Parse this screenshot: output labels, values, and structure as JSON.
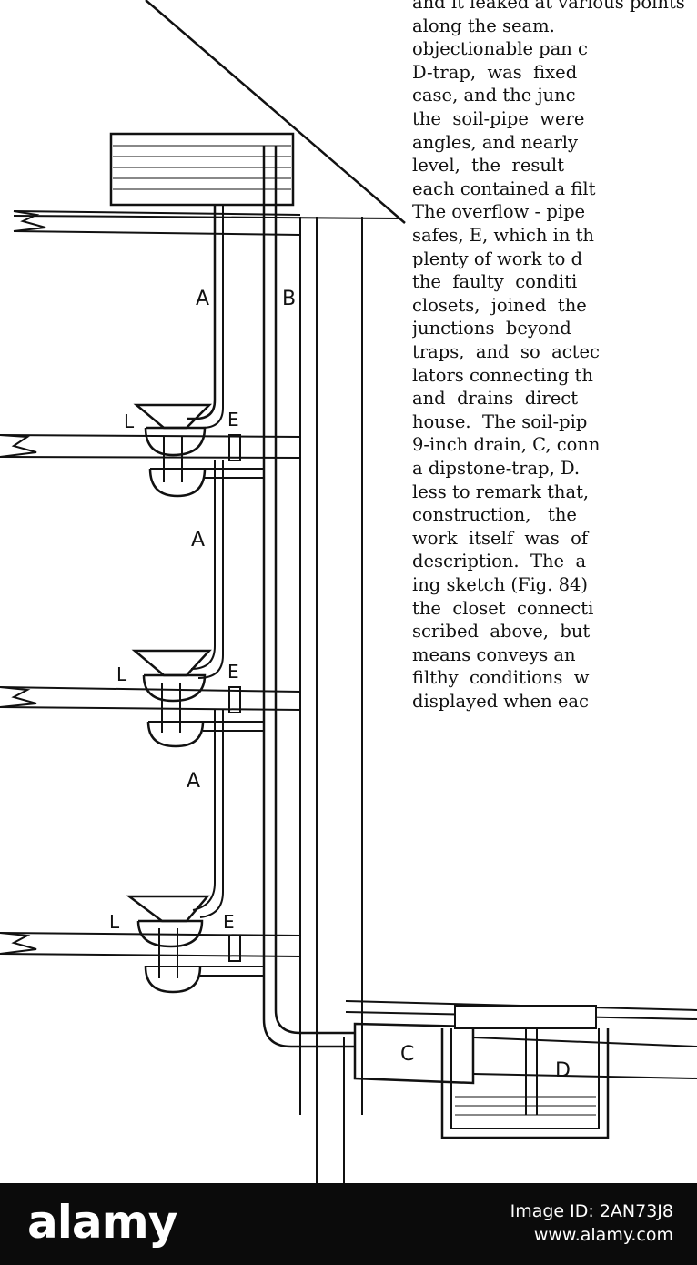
{
  "text_lines": [
    "and it leaked at various points",
    "along the seam.",
    "objectionable pan c",
    "D-trap,  was  fixed",
    "case, and the junc",
    "the  soil-pipe  were",
    "angles, and nearly",
    "level,  the  result",
    "each contained a filt",
    "The overflow - pipe",
    "safes, E, which in th",
    "plenty of work to d",
    "the  faulty  conditi",
    "closets,  joined  the",
    "junctions  beyond",
    "traps,  and  so  actec",
    "lators connecting th",
    "and  drains  direct",
    "house.  The soil-pip",
    "9-inch drain, C, conn",
    "a dipstone-trap, D.",
    "less to remark that,",
    "construction,   the",
    "work  itself  was  of",
    "description.  The  a",
    "ing sketch (Fig. 84)",
    "the  closet  connecti",
    "scribed  above,  but",
    "means conveys an",
    "filthy  conditions  w",
    "displayed when eac"
  ],
  "figure_labels": {
    "pipe_a": "A",
    "pipe_b": "B",
    "safe_e": "E",
    "lead_l": "L",
    "drain_c": "C",
    "trap_d": "D"
  },
  "footer": {
    "logo": "alamy",
    "image_id": "Image ID: 2AN73J8",
    "url": "www.alamy.com"
  }
}
